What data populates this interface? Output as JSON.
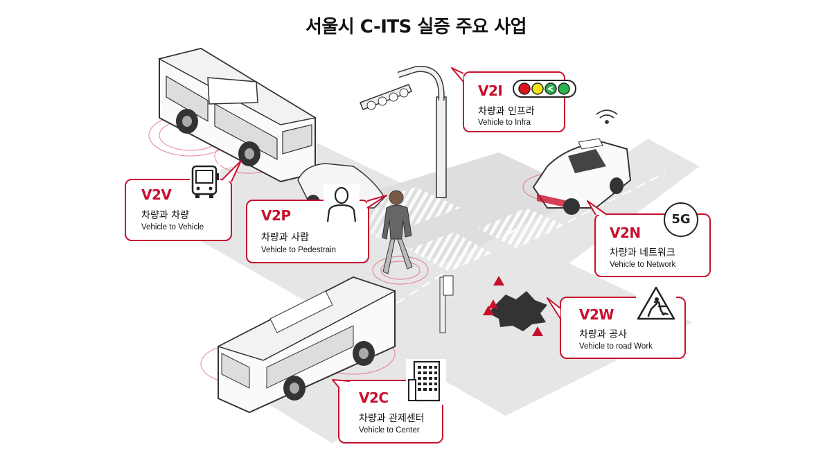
{
  "title": "서울시 C-ITS 실증 주요 사업",
  "callouts": {
    "v2i": {
      "code": "V2I",
      "ko": "차량과 인프라",
      "en": "Vehicle to Infra"
    },
    "v2v": {
      "code": "V2V",
      "ko": "차량과 차량",
      "en": "Vehicle to Vehicle"
    },
    "v2p": {
      "code": "V2P",
      "ko": "차량과 사람",
      "en": "Vehicle to Pedestrain"
    },
    "v2n": {
      "code": "V2N",
      "ko": "차량과 네트워크",
      "en": "Vehicle to Network",
      "badge": "5G"
    },
    "v2w": {
      "code": "V2W",
      "ko": "차량과 공사",
      "en": "Vehicle to road Work"
    },
    "v2c": {
      "code": "V2C",
      "ko": "차량과 관제센터",
      "en": "Vehicle to Center"
    }
  },
  "colors": {
    "accent": "#c8102e",
    "road": "#e4e4e4",
    "signal_red": "#e3131b",
    "signal_yellow": "#f6e310",
    "signal_green": "#2bb24c"
  },
  "icons": [
    "traffic-signal-icon",
    "bus-icon",
    "person-icon",
    "5g-icon",
    "road-work-sign-icon",
    "building-icon",
    "wifi-icon"
  ]
}
